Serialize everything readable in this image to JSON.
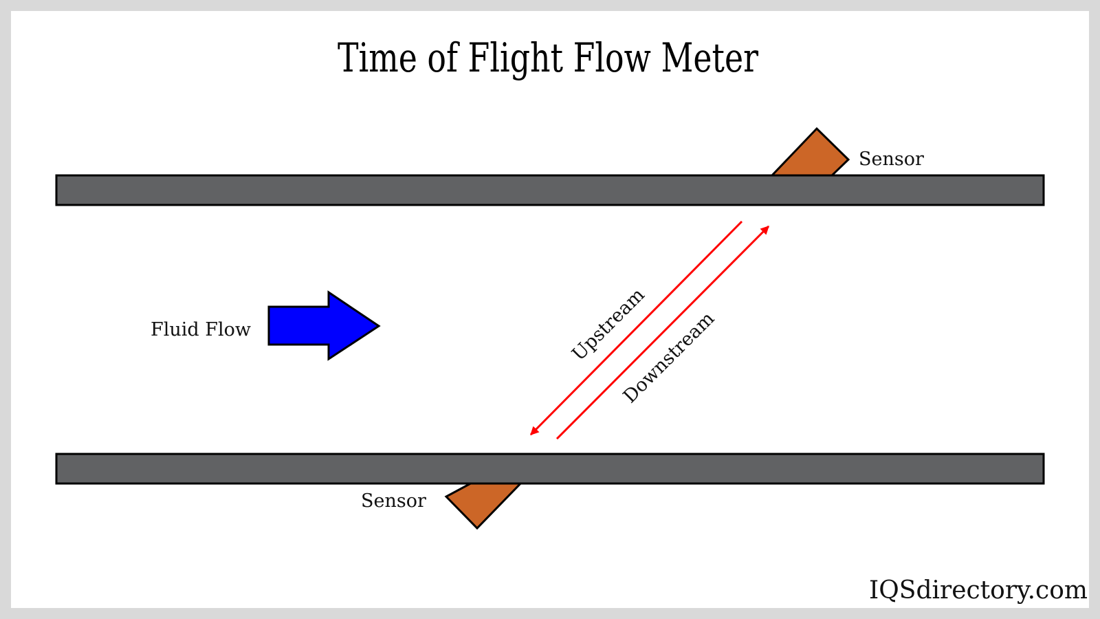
{
  "title": "Time of Flight Flow Meter",
  "labels": {
    "sensor_top": "Sensor",
    "sensor_bottom": "Sensor",
    "fluid_flow": "Fluid Flow",
    "upstream": "Upstream",
    "downstream": "Downstream"
  },
  "watermark": "IQSdirectory.com",
  "colors": {
    "page_background": "#d9d9d9",
    "canvas_background": "#ffffff",
    "pipe_wall": "#616264",
    "sensor": "#cc6627",
    "flow_arrow": "#0000ff",
    "signal_arrows": "#ff0000",
    "outline": "#000000"
  }
}
